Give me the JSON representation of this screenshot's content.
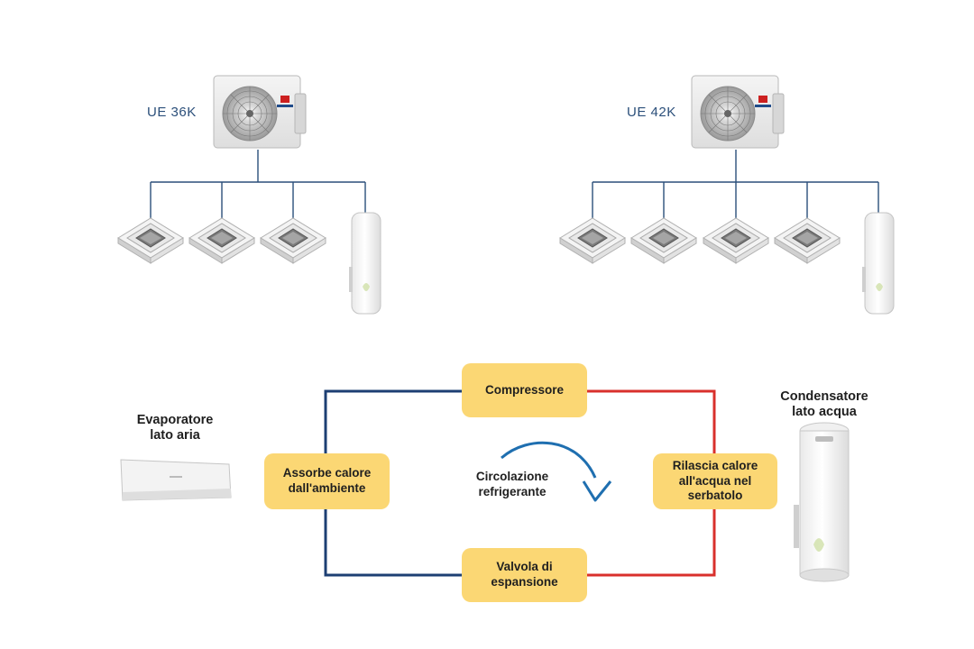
{
  "systems": [
    {
      "label": "UE 36K",
      "cassettes": 3,
      "tanks": 1
    },
    {
      "label": "UE 42K",
      "cassettes": 4,
      "tanks": 1
    }
  ],
  "cycle": {
    "compressor": "Compressore",
    "valve": "Valvola di\nespansione",
    "absorb": "Assorbe calore\ndall'ambiente",
    "release": "Rilascia calore\nall'acqua nel\nserbatolo",
    "circulation": "Circolazione\nrefrigerante",
    "evaporator": "Evaporatore\nlato aria",
    "condenser": "Condensatore\nlato acqua"
  },
  "colors": {
    "cold_line": "#1d3f73",
    "hot_line": "#d9302c",
    "box_fill": "#fbd774",
    "pipe_line": "#2b4f7a",
    "arrow": "#1f6fb0"
  },
  "icons": {
    "outdoor_unit": "outdoor-unit-icon",
    "cassette": "ceiling-cassette-icon",
    "tank": "water-heater-tank-icon",
    "wall_unit": "wall-split-unit-icon"
  }
}
